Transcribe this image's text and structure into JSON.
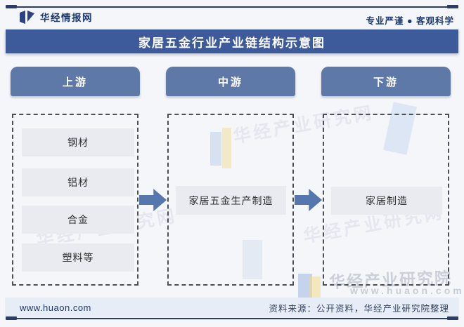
{
  "brand": {
    "name": "华经情报网",
    "tagline": "专业严谨 ● 客观科学"
  },
  "title": "家居五金行业产业链结构示意图",
  "columns": [
    {
      "header": "上游",
      "items": [
        "钢材",
        "铝材",
        "合金",
        "塑料等"
      ]
    },
    {
      "header": "中游",
      "items": [
        "家居五金生产制造"
      ]
    },
    {
      "header": "下游",
      "items": [
        "家居制造"
      ]
    }
  ],
  "footer": {
    "site": "www.huaon.com",
    "source": "资料来源：公开资料，华经产业研究院整理"
  },
  "watermarks": {
    "diagonal": "华经产业研究网",
    "institute": "华经产业研究院",
    "site": "www.huaon.com"
  },
  "colors": {
    "page_bg": "#f5f6f9",
    "title_bar": "#3d5a9b",
    "column_header": "#5e78a8",
    "arrow": "#5577ad",
    "item_bg": "#e9ebf1",
    "rule": "#2b3c6a",
    "footer_bg": "#e7edf6",
    "brand_text": "#1d3a70"
  }
}
